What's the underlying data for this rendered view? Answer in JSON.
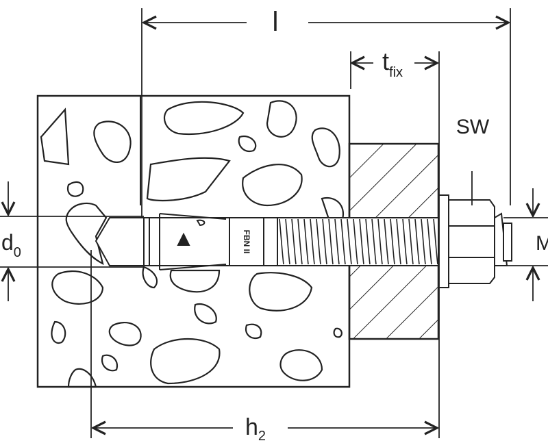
{
  "labels": {
    "length": "l",
    "tfix_main": "t",
    "tfix_sub": "fix",
    "wrench_size": "SW",
    "thread": "M",
    "drill_main": "d",
    "drill_sub": "0",
    "depth_main": "h",
    "depth_sub": "2",
    "anchor_marking": "FBN II"
  },
  "colors": {
    "line": "#222222",
    "background": "#ffffff"
  }
}
